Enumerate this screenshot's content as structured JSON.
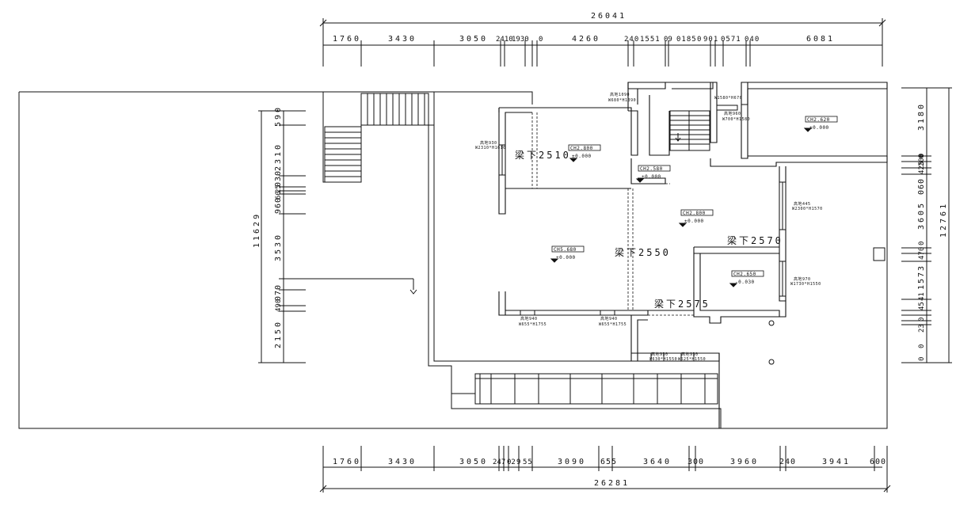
{
  "top_dimensions": {
    "total": "26041",
    "segments": [
      "1760",
      "3430",
      "3050",
      "2410",
      "1930",
      "0",
      "4260",
      "240",
      "1551",
      "09",
      "0185",
      "0",
      "901",
      "0571",
      "040",
      "6081"
    ]
  },
  "bottom_dimensions": {
    "total": "26281",
    "segments": [
      "1760",
      "3430",
      "3050",
      "247",
      "02",
      "9",
      "55",
      "3090",
      "655",
      "3640",
      "300",
      "3960",
      "240",
      "3941",
      "600"
    ]
  },
  "left_dimensions": {
    "total": "11629",
    "segments": [
      "590",
      "2310",
      "030",
      "25",
      "60",
      "960",
      "3530",
      "070",
      "490",
      "2150"
    ]
  },
  "right_dimensions": {
    "total": "12761",
    "segments": [
      "3180",
      "0",
      "200",
      "425",
      "060",
      "3605",
      "0",
      "470",
      "1573",
      "41",
      "45",
      "0",
      "23",
      "0",
      "0"
    ]
  },
  "beam_labels": [
    "梁下2510",
    "梁下2550",
    "梁下2570",
    "梁下2575"
  ],
  "ceiling_tags": [
    {
      "ch": "CH2.800",
      "level": "±0.000"
    },
    {
      "ch": "CH2.580",
      "level": "±0.000"
    },
    {
      "ch": "CH2.620",
      "level": "±0.000"
    },
    {
      "ch": "CH2.800",
      "level": "±0.000"
    },
    {
      "ch": "CH5.680",
      "level": "±0.000"
    },
    {
      "ch": "CH2.650",
      "level": "-0.030"
    }
  ],
  "openings": [
    {
      "sill": "高地930",
      "size": "W2310*H1610"
    },
    {
      "sill": "高地1090",
      "size": "W680*H1390"
    },
    {
      "sill": "W1580*H670",
      "size": ""
    },
    {
      "sill": "高地960",
      "size": "W700*H1580"
    },
    {
      "sill": "高地445",
      "size": "W2300*H1570"
    },
    {
      "sill": "高地970",
      "size": "W1730*H1550"
    },
    {
      "sill": "高地940",
      "size": "W655*H1755"
    },
    {
      "sill": "高地940",
      "size": "W655*H1755"
    },
    {
      "sill": "高地930",
      "size": "W630*H1550"
    },
    {
      "sill": "高地930",
      "size": "W625*H1550"
    }
  ]
}
